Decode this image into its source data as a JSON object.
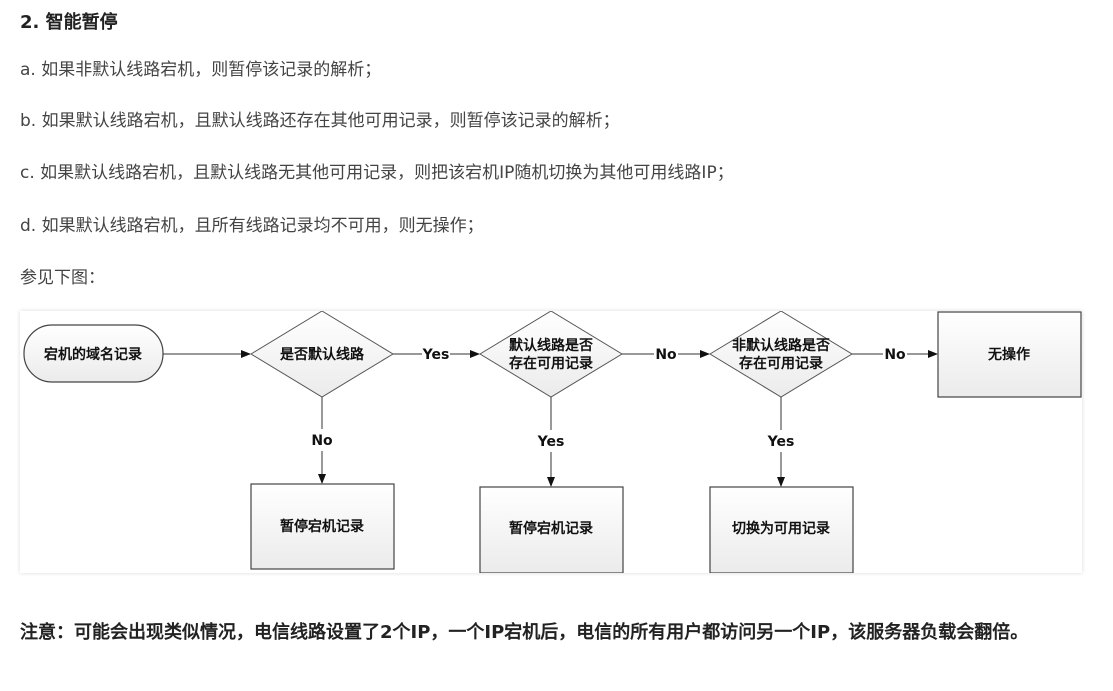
{
  "section": {
    "title": "2. 智能暂停",
    "items": [
      {
        "marker": "a.",
        "text": "如果非默认线路宕机，则暂停该记录的解析；"
      },
      {
        "marker": "b.",
        "text": "如果默认线路宕机，且默认线路还存在其他可用记录，则暂停该记录的解析；"
      },
      {
        "marker": "c.",
        "text": "如果默认线路宕机，且默认线路无其他可用记录，则把该宕机IP随机切换为其他可用线路IP；"
      },
      {
        "marker": "d.",
        "text": "如果默认线路宕机，且所有线路记录均不可用，则无操作；"
      }
    ],
    "see_below": "参见下图："
  },
  "flowchart": {
    "nodes": {
      "start": "宕机的域名记录",
      "decision1": "是否默认线路",
      "decision2_line1": "默认线路是否",
      "decision2_line2": "存在可用记录",
      "decision3_line1": "非默认线路是否",
      "decision3_line2": "存在可用记录",
      "end_no_action": "无操作",
      "action1": "暂停宕机记录",
      "action2": "暂停宕机记录",
      "action3": "切换为可用记录"
    },
    "edges": {
      "d1_to_d2": "Yes",
      "d2_to_d3": "No",
      "d3_to_end": "No",
      "d1_down": "No",
      "d2_down": "Yes",
      "d3_down": "Yes"
    },
    "colors": {
      "stroke": "#555555",
      "shape_fill_top": "#ffffff",
      "shape_fill_bottom": "#ececec",
      "arrow": "#111111"
    }
  },
  "note": {
    "text": "注意：可能会出现类似情况，电信线路设置了2个IP，一个IP宕机后，电信的所有用户都访问另一个IP，该服务器负载会翻倍。"
  }
}
